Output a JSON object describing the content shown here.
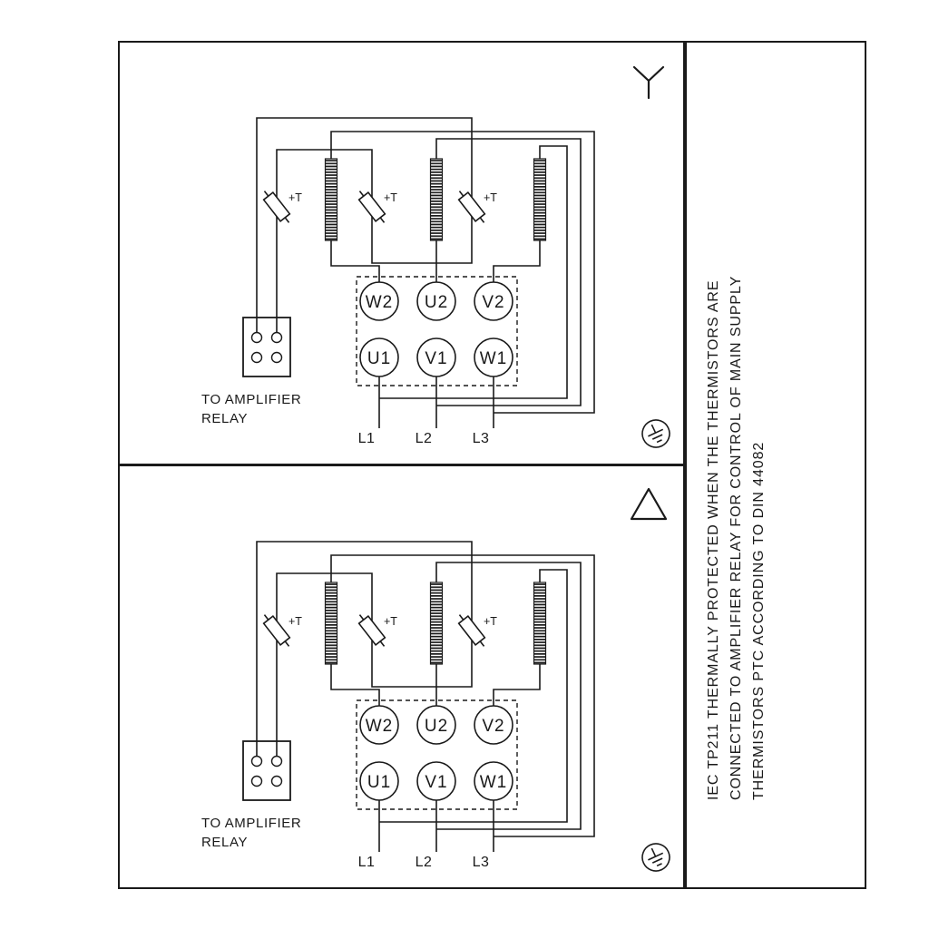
{
  "colors": {
    "line": "#1a1a1a",
    "background": "#ffffff"
  },
  "panels": [
    {
      "connection": "star",
      "thermistor_label": "+T",
      "terminals": {
        "top_row": [
          "W2",
          "U2",
          "V2"
        ],
        "bottom_row": [
          "U1",
          "V1",
          "W1"
        ]
      },
      "relay_note": [
        "TO AMPLIFIER",
        "RELAY"
      ],
      "supply_lines": [
        "L1",
        "L2",
        "L3"
      ]
    },
    {
      "connection": "delta",
      "thermistor_label": "+T",
      "terminals": {
        "top_row": [
          "W2",
          "U2",
          "V2"
        ],
        "bottom_row": [
          "U1",
          "V1",
          "W1"
        ]
      },
      "relay_note": [
        "TO AMPLIFIER",
        "RELAY"
      ],
      "supply_lines": [
        "L1",
        "L2",
        "L3"
      ]
    }
  ],
  "side_note": {
    "lines": [
      "IEC TP211 THERMALLY PROTECTED WHEN THE THERMISTORS ARE",
      "CONNECTED TO AMPLIFIER RELAY FOR CONTROL OF MAIN SUPPLY",
      "THERMISTORS PTC ACCORDING TO DIN 44082"
    ]
  }
}
